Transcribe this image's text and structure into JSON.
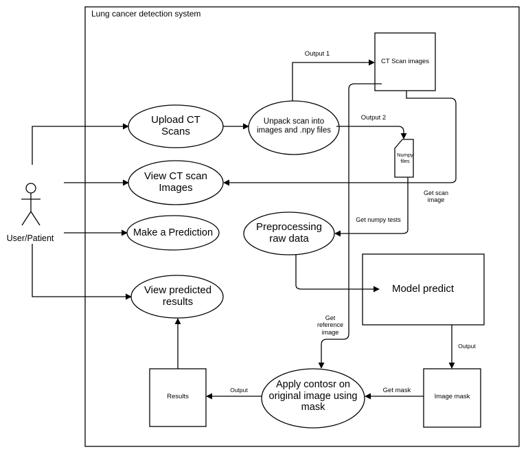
{
  "system": {
    "title": "Lung cancer detection system"
  },
  "actor": {
    "label": "User/Patient"
  },
  "use_cases": {
    "upload": "Upload CT Scans",
    "view_images": "View CT scan Images",
    "predict": "Make a Prediction",
    "view_results": "View predicted results",
    "unpack": "Unpack scan into images and .npy files",
    "preprocess": "Preprocessing raw data",
    "model": "Model predict",
    "apply": "Apply contosr on original image using mask"
  },
  "artifacts": {
    "ct_images": "CT Scan images",
    "numpy_files": "Numpy files",
    "image_mask": "Image mask",
    "results": "Results"
  },
  "edge_labels": {
    "output1": "Output 1",
    "output2": "Output 2",
    "get_scan_image": "Get scan image",
    "get_numpy_tests": "Get numpy tests",
    "get_reference_image": "Get reference image",
    "output_mask": "Output",
    "get_mask": "Get mask",
    "output_results": "Output"
  }
}
